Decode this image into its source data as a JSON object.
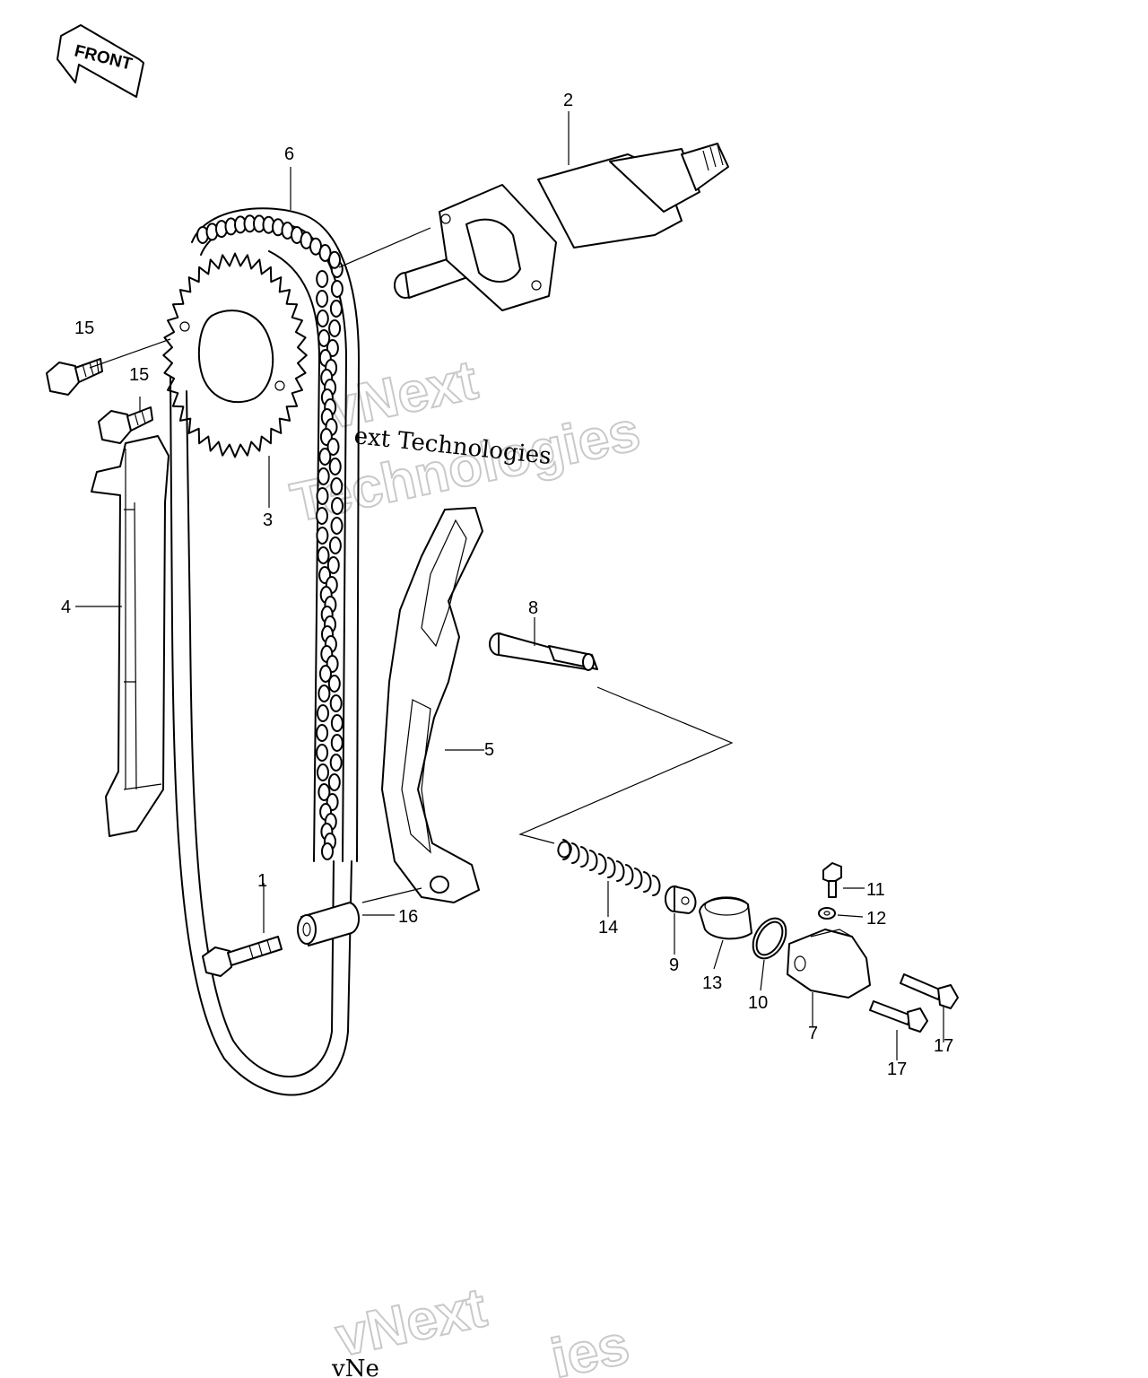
{
  "direction_marker": "FRONT",
  "watermark": {
    "brand_line1": "vNext",
    "brand_line2": "Technologies",
    "small_line": "ext Technologies",
    "bottom_brand": "vNext",
    "bottom_partial_left": "vNe",
    "bottom_partial_right": "ies"
  },
  "parts": [
    {
      "id": "callout-1",
      "number": "1",
      "part": "bolt"
    },
    {
      "id": "callout-2",
      "number": "2",
      "part": "camshaft"
    },
    {
      "id": "callout-3",
      "number": "3",
      "part": "camshaft-sprocket"
    },
    {
      "id": "callout-4",
      "number": "4",
      "part": "chain-guide"
    },
    {
      "id": "callout-5",
      "number": "5",
      "part": "tensioner-guide"
    },
    {
      "id": "callout-6",
      "number": "6",
      "part": "cam-chain"
    },
    {
      "id": "callout-7",
      "number": "7",
      "part": "tensioner-housing"
    },
    {
      "id": "callout-8",
      "number": "8",
      "part": "pushrod"
    },
    {
      "id": "callout-9",
      "number": "9",
      "part": "cap"
    },
    {
      "id": "callout-10",
      "number": "10",
      "part": "o-ring"
    },
    {
      "id": "callout-11",
      "number": "11",
      "part": "bolt"
    },
    {
      "id": "callout-12",
      "number": "12",
      "part": "washer"
    },
    {
      "id": "callout-13",
      "number": "13",
      "part": "sleeve"
    },
    {
      "id": "callout-14",
      "number": "14",
      "part": "spring"
    },
    {
      "id": "callout-15a",
      "number": "15",
      "part": "bolt"
    },
    {
      "id": "callout-15b",
      "number": "15",
      "part": "bolt"
    },
    {
      "id": "callout-16",
      "number": "16",
      "part": "collar"
    },
    {
      "id": "callout-17a",
      "number": "17",
      "part": "bolt"
    },
    {
      "id": "callout-17b",
      "number": "17",
      "part": "bolt"
    }
  ],
  "colors": {
    "ink": "#000000",
    "paper": "#ffffff",
    "watermark": "#c9c9c9"
  }
}
